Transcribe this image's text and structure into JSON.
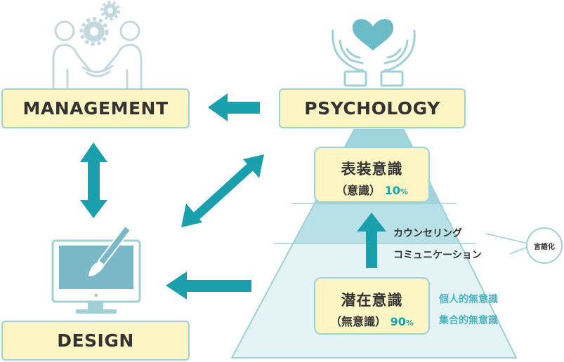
{
  "boxes": {
    "management": "MANAGEMENT",
    "psychology": "PSYCHOLOGY",
    "design": "DESIGN"
  },
  "pyramid": {
    "conscious": {
      "title": "表装意識",
      "sub": "（意識）",
      "percent": "10",
      "unit": "%"
    },
    "subconscious": {
      "title": "潜在意識",
      "sub": "（無意識）",
      "percent": "90",
      "unit": "%"
    }
  },
  "labels": {
    "counseling": "カウンセリング",
    "communication": "コミュニケーション",
    "verbalization": "言語化",
    "personal_unconscious": "個人的無意識",
    "collective_unconscious": "集合的無意識"
  },
  "icons": [
    "handshake-gears-icon",
    "heart-hands-icon",
    "monitor-brush-icon"
  ],
  "colors": {
    "teal": "#1aa0ad",
    "box_fill": "#fdf6c4",
    "box_border": "#9ed0d6",
    "pyramid_top": "#9fd6de",
    "pyramid_mid": "#b7e1e7",
    "pyramid_bottom": "#e3f3f6",
    "icon_gray_blue": "#c4d8df",
    "text": "#333333"
  }
}
